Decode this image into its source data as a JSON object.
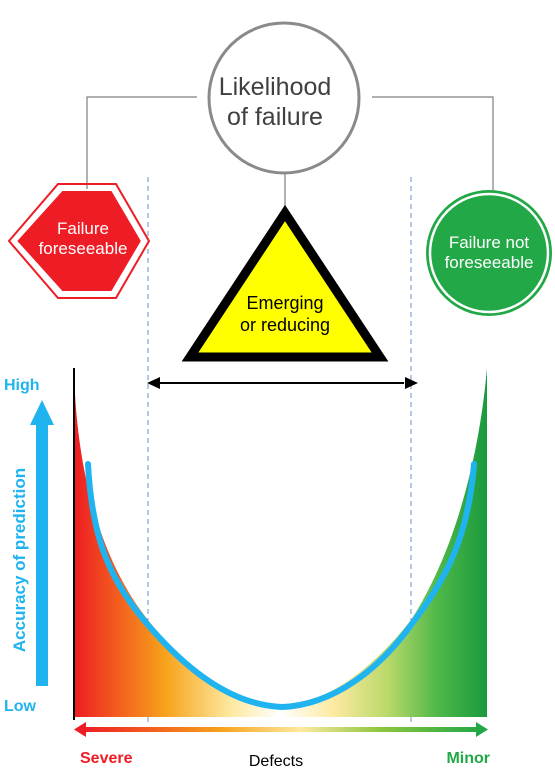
{
  "top_circle": {
    "line1": "Likelihood",
    "line2": "of failure"
  },
  "left_octagon": {
    "line1": "Failure",
    "line2": "foreseeable",
    "color": "#ee1c24"
  },
  "right_circle": {
    "line1": "Failure not",
    "line2": "foreseeable",
    "color": "#22a846"
  },
  "triangle": {
    "line1": "Emerging",
    "line2": "or reducing",
    "color": "#ffff00"
  },
  "y_axis": {
    "label": "Accuracy of prediction",
    "high": "High",
    "low": "Low",
    "color": "#1fb4f0"
  },
  "x_axis": {
    "left": "Severe",
    "center": "Defects",
    "right": "Minor"
  },
  "colors": {
    "severe": "#ee1c24",
    "minor": "#22a846",
    "curve": "#1fb4f0",
    "connector": "#7f7f7f"
  }
}
